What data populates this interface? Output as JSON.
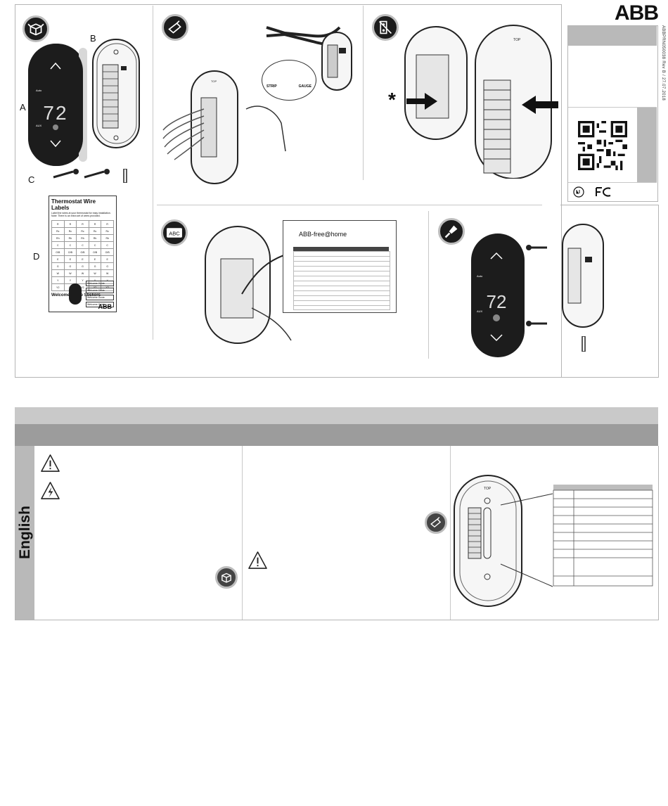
{
  "brand": {
    "logo_text": "ABB",
    "revision": "ABBPRN050038 Rev B / 27.07.2018"
  },
  "labels": {
    "A": "A",
    "B": "B",
    "C": "C",
    "D": "D",
    "asterisk": "*"
  },
  "wire_sheet": {
    "title": "Thermostat Wire Labels",
    "subtitle": "Label the wires at your thermostat for easy installation. Note: There is an extra set of wires provided.",
    "rows": [
      [
        "R",
        "R",
        "R",
        "R",
        "R"
      ],
      [
        "Rc",
        "Rc",
        "Rc",
        "Rc",
        "Rc"
      ],
      [
        "Rh",
        "Rh",
        "Rh",
        "Rh",
        "Rh"
      ],
      [
        "C",
        "C",
        "C",
        "C",
        "C"
      ],
      [
        "O/B",
        "O/B",
        "O/B",
        "O/B",
        "O/B"
      ],
      [
        "E",
        "E",
        "E",
        "E",
        "E"
      ],
      [
        "G",
        "G",
        "G",
        "G",
        "G"
      ],
      [
        "W",
        "W",
        "W",
        "W",
        "W"
      ],
      [
        "Y",
        "Y",
        "Y",
        "Y",
        "Y"
      ],
      [
        "Y2",
        "Y2",
        "Y2",
        "Y2",
        "Y2"
      ]
    ],
    "welcome_title": "Welcome Guide Stickers",
    "welcome_items": [
      "Welcome Guide",
      "Welcome Guide",
      "Welcome Guide",
      "Welcome Guide"
    ],
    "footer_logo": "ABB"
  },
  "stripper": {
    "left": "STRIP",
    "right": "GAUGE"
  },
  "step5": {
    "icon_text": "ABC",
    "app_name": "ABB-free@home"
  },
  "thermostat": {
    "auto_label": "Auto",
    "mode_label": "AUX",
    "temp": "72"
  },
  "plate_label": "TOP",
  "section": {
    "language": "English"
  },
  "icons": {
    "unbox": "unbox-icon",
    "wire": "wire-cut-icon",
    "terminal": "terminal-block-icon",
    "label": "label-icon",
    "screwdriver": "screwdriver-icon",
    "warning": "warning-icon",
    "electric": "electric-warning-icon"
  },
  "colors": {
    "dark": "#1c1c1c",
    "band_light": "#c9c9c9",
    "band_dark": "#9c9c9c",
    "strip": "#b9b9b9"
  }
}
